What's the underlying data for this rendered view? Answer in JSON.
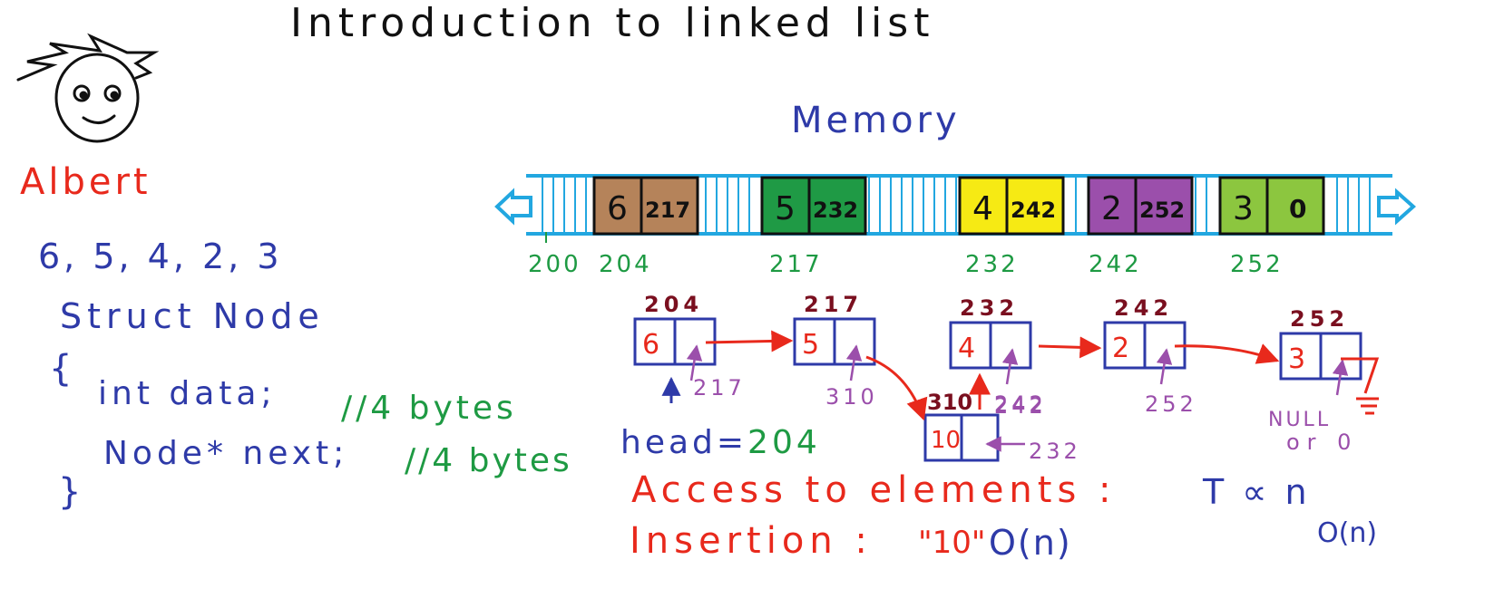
{
  "title": "Introduction to linked list",
  "character_name": "Albert",
  "sequence": "6, 5, 4, 2, 3",
  "code": {
    "line1": "Struct Node",
    "open": "{",
    "field1_code": "int data;",
    "field1_comment": "//4 bytes",
    "field2_code": "Node* next;",
    "field2_comment": "//4 bytes",
    "close": "}"
  },
  "memory": {
    "label": "Memory",
    "blocks": [
      {
        "data": "6",
        "next": "217",
        "fill": "#b5835a",
        "addr": "204"
      },
      {
        "data": "5",
        "next": "232",
        "fill": "#1f9a45",
        "addr": "217"
      },
      {
        "data": "4",
        "next": "242",
        "fill": "#f6ea14",
        "addr": "232"
      },
      {
        "data": "2",
        "next": "252",
        "fill": "#9b4fab",
        "addr": "242"
      },
      {
        "data": "3",
        "next": "0",
        "fill": "#8cc63f",
        "addr": "252"
      }
    ],
    "start_addr": "200"
  },
  "nodes": [
    {
      "addr": "204",
      "data": "6",
      "ptr": "217"
    },
    {
      "addr": "217",
      "data": "5",
      "ptr": "310"
    },
    {
      "addr": "232",
      "data": "4",
      "ptr": "242"
    },
    {
      "addr": "242",
      "data": "2",
      "ptr": "252"
    },
    {
      "addr": "252",
      "data": "3",
      "ptr": "NULL or 0"
    }
  ],
  "inserted": {
    "addr": "310",
    "data": "10",
    "ptr": "232"
  },
  "head": "head = 204",
  "access": {
    "label": "Access to elements :",
    "complexity": "T ∝ n",
    "big_o": "O(n)"
  },
  "insertion": {
    "label": "Insertion :",
    "value": "\"10\"",
    "big_o": "O(n)"
  },
  "colors": {
    "title": "#111111",
    "name": "#e8291c",
    "blue": "#2e3aa8",
    "green": "#1e9a43",
    "red": "#e8291c",
    "purple": "#9b4fab",
    "maroon": "#7a0f1f",
    "tape": "#22a7e0"
  }
}
